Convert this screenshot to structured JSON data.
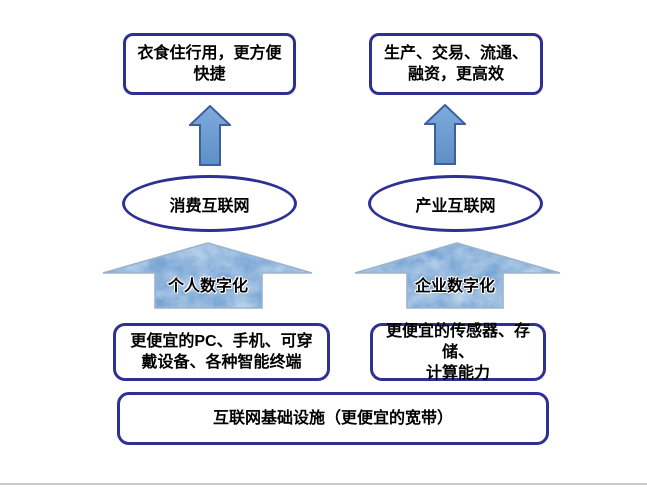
{
  "diagram": {
    "consumer_track": {
      "benefit_box": "衣食住行用，更方便\n快捷",
      "platform_label": "消费互联网",
      "driver_label": "个人数字化",
      "enabler_box": "更便宜的PC、手机、可穿\n戴设备、各种智能终端"
    },
    "industry_track": {
      "benefit_box": "生产、交易、流通、\n融资，更高效",
      "platform_label": "产业互联网",
      "driver_label": "企业数字化",
      "enabler_box": "更便宜的传感器、存储、\n计算能力"
    },
    "foundation_box": "互联网基础设施（更便宜的宽带）",
    "colors": {
      "border": "#2e3192",
      "text": "#000000",
      "arrow_fill": "#6d9dd3",
      "arrow_stroke": "#3d5f9e",
      "big_arrow_base": "#6f9ed2",
      "big_arrow_edge": "#9db3cb",
      "divider": "#c9c9c9",
      "background": "#ffffff"
    }
  }
}
